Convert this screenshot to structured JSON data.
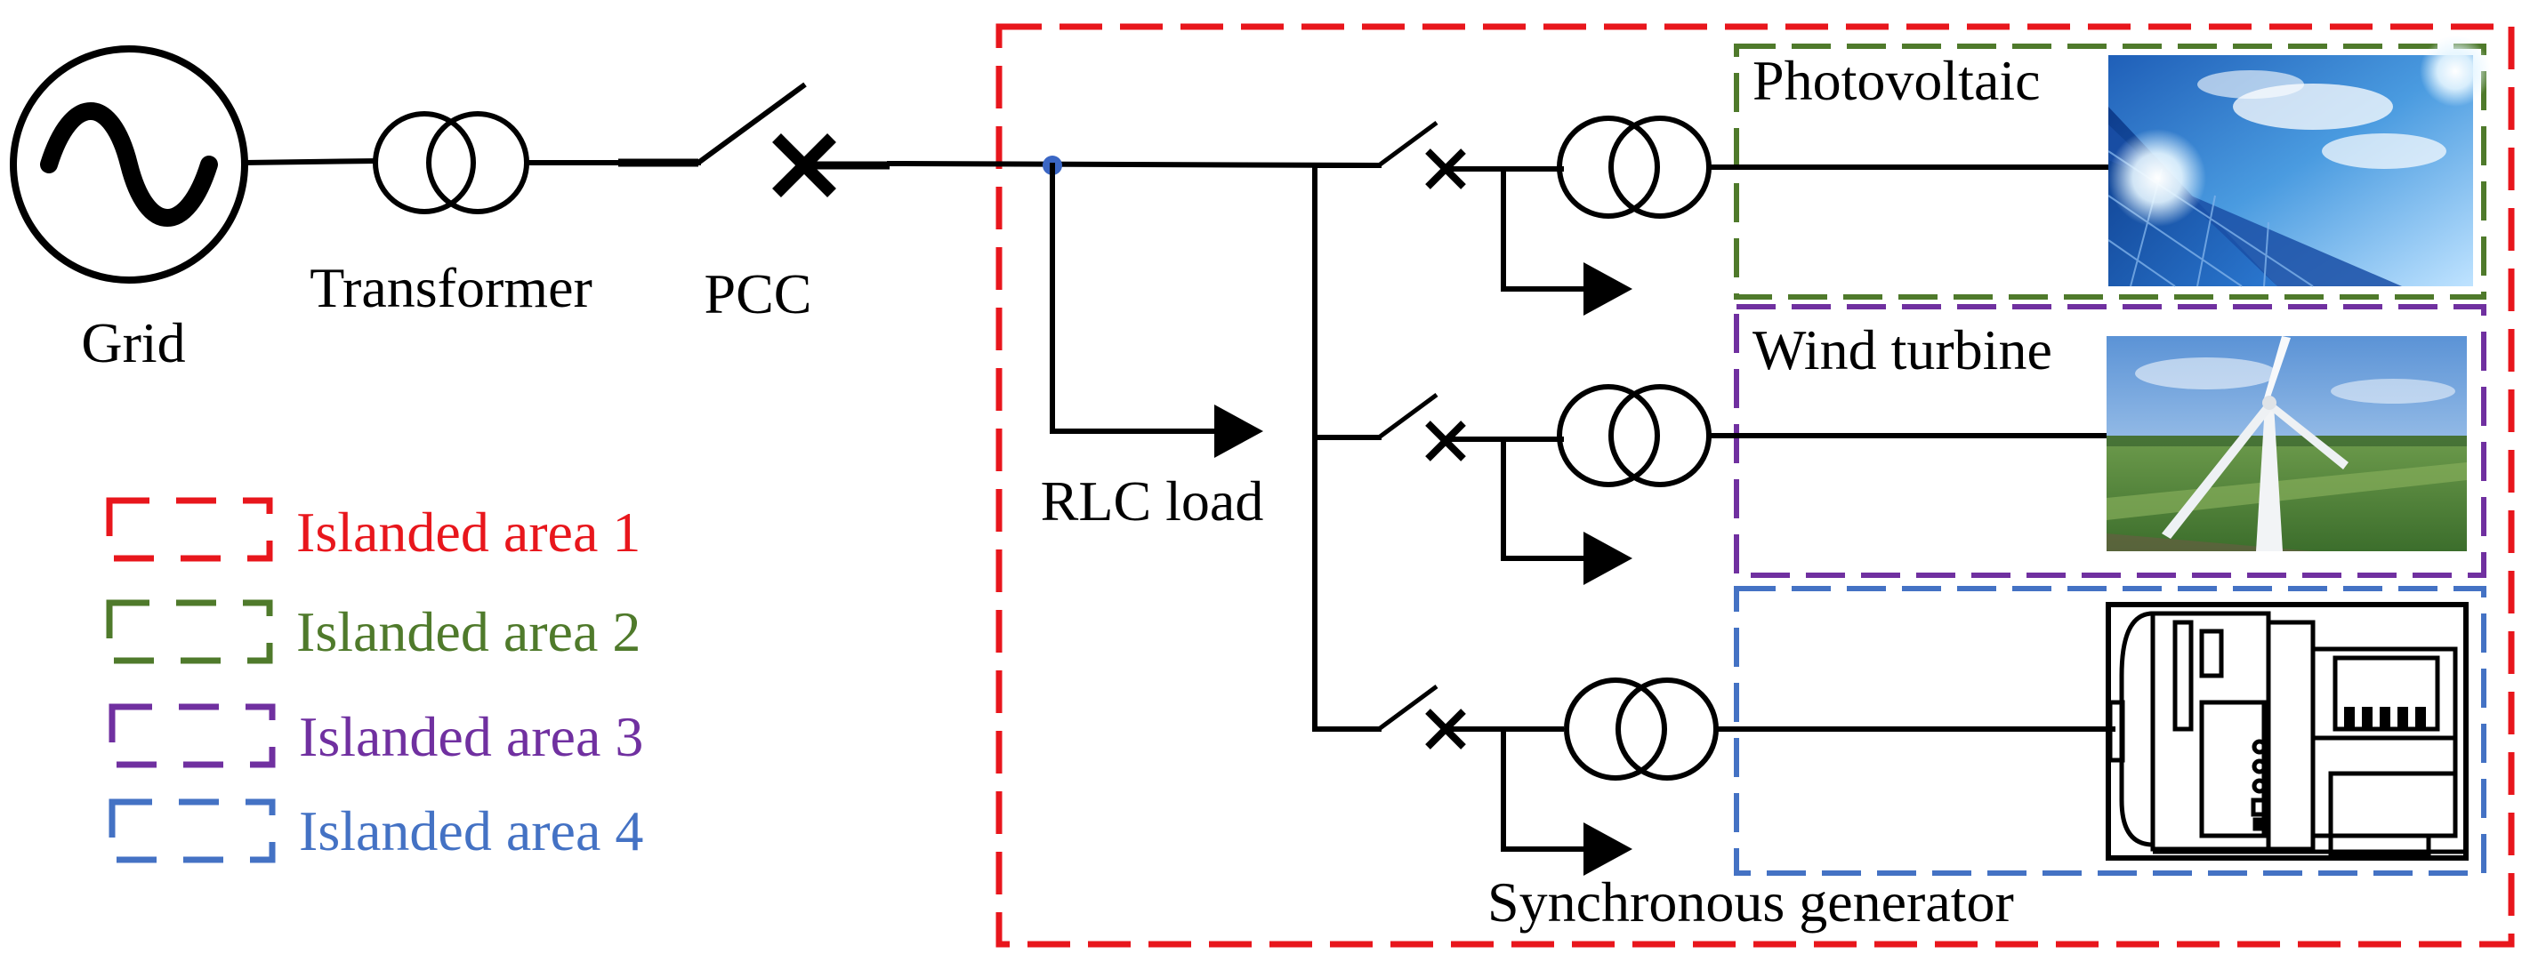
{
  "components": {
    "grid": "Grid",
    "transformer": "Transformer",
    "pcc": "PCC",
    "rlc_load": "RLC load",
    "photovoltaic": "Photovoltaic",
    "wind_turbine": "Wind turbine",
    "synchronous_generator": "Synchronous generator"
  },
  "legend": [
    {
      "label": "Islanded area 1",
      "color": "#e8161c"
    },
    {
      "label": "Islanded area 2",
      "color": "#4f7a2b"
    },
    {
      "label": "Islanded area 3",
      "color": "#7030a0"
    },
    {
      "label": "Islanded area 4",
      "color": "#4472c4"
    }
  ],
  "icons": {
    "photovoltaic": "solar-panel-photo",
    "wind_turbine": "wind-turbine-photo",
    "synchronous_generator": "generator-drawing"
  }
}
